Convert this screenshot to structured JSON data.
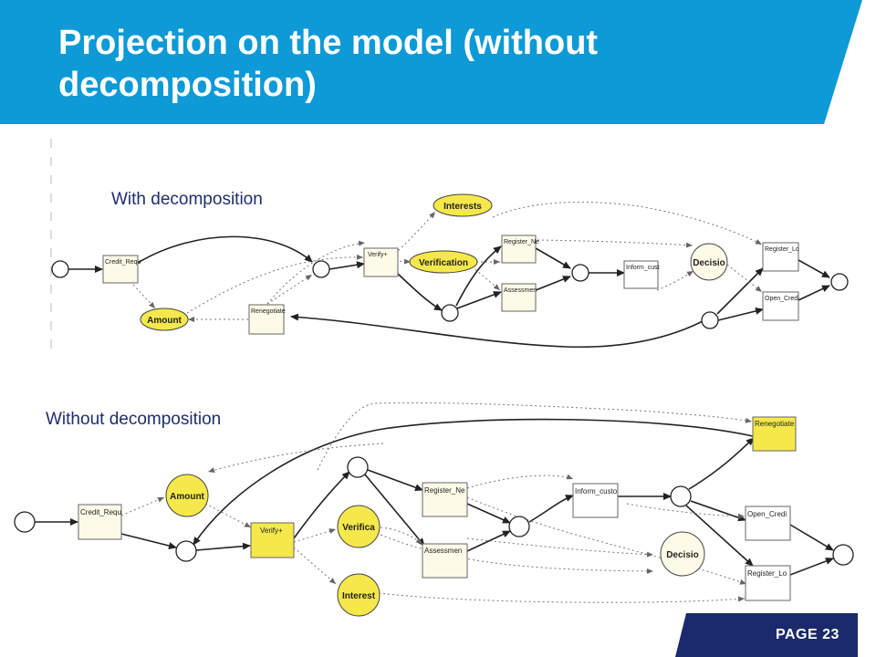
{
  "slide": {
    "title": "Projection on the model (without decomposition)",
    "page_label": "PAGE 23",
    "colors": {
      "title_bar": "#0d9ad6",
      "footer_bar": "#1a2a6c",
      "highlight_fill": "#f5e84a",
      "plain_fill": "#fdfbe8",
      "caption_text": "#1f2e6e"
    }
  },
  "diagram_top": {
    "caption": "With decomposition",
    "nodes": {
      "credit_request": "Credit_Requ",
      "amount": "Amount",
      "renegotiate": "Renegotiate",
      "verify": "Verify+",
      "interests": "Interests",
      "verification": "Verification",
      "register_new": "Register_Ne",
      "assessment": "Assessmen",
      "inform_customer": "Inform_cust",
      "decision": "Decisio",
      "register_loan": "Register_Lo",
      "open_credit": "Open_Credi"
    }
  },
  "diagram_bottom": {
    "caption": "Without decomposition",
    "nodes": {
      "credit_request": "Credit_Requ",
      "amount": "Amount",
      "verify": "Verify+",
      "verification": "Verifica",
      "interests": "Interest",
      "register_new": "Register_Ne",
      "assessment": "Assessmen",
      "inform_customer": "Inform_custo",
      "decision": "Decisio",
      "renegotiate": "Renegotiate",
      "open_credit": "Open_Credi",
      "register_loan": "Register_Lo"
    }
  }
}
